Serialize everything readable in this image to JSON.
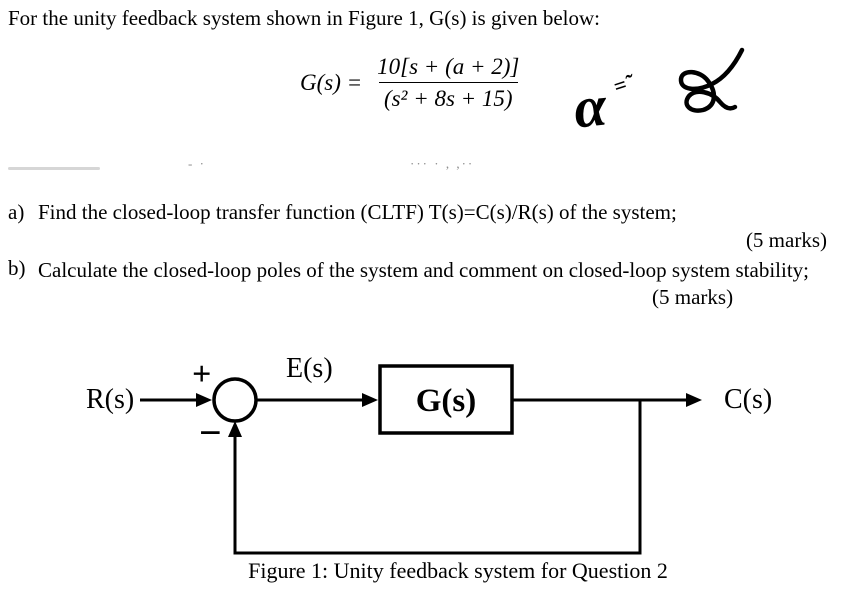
{
  "document": {
    "intro": "For the unity feedback system shown in Figure 1, G(s) is given below:",
    "formula": {
      "lhs": "G(s) =",
      "numerator": "10[s + (a + 2)]",
      "denominator": "(s² + 8s + 15)"
    },
    "annotations": {
      "alpha": "α",
      "equals": "=̃"
    },
    "artifacts": {
      "mid": "- ·",
      "right": "··· · , ,··"
    },
    "questions": [
      {
        "label": "a)",
        "text": "Find the closed-loop transfer function (CLTF) T(s)=C(s)/R(s) of the system;",
        "marks": "(5 marks)"
      },
      {
        "label": "b)",
        "text": "Calculate the closed-loop poles of the system and comment on closed-loop system stability;",
        "marks": "(5 marks)"
      }
    ],
    "diagram": {
      "input": "R(s)",
      "plus": "+",
      "minus": "−",
      "error": "E(s)",
      "block": "G(s)",
      "output": "C(s)",
      "caption": "Figure 1: Unity feedback system for Question 2"
    }
  }
}
